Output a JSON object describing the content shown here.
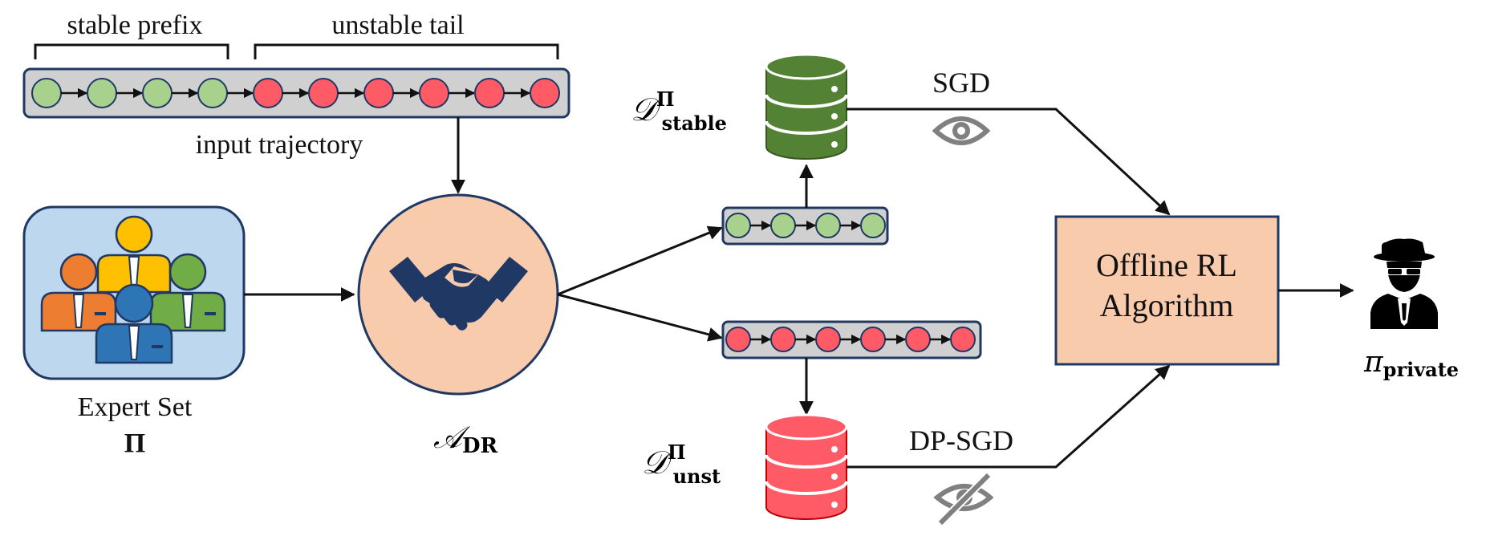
{
  "input": {
    "stable_prefix_label": "stable prefix",
    "unstable_tail_label": "unstable tail",
    "caption": "input trajectory",
    "stable_count": 4,
    "unstable_count": 6
  },
  "expert": {
    "label": "Expert Set",
    "symbol": "Π"
  },
  "algo_dr": {
    "symbol": "𝒜",
    "subscript": "DR"
  },
  "stable_branch": {
    "dataset_symbol": "𝒟",
    "superscript": "Π",
    "subscript": "stable",
    "node_count": 4,
    "edge_label": "SGD"
  },
  "unstable_branch": {
    "dataset_symbol": "𝒟",
    "superscript": "Π",
    "subscript": "unst",
    "node_count": 6,
    "edge_label": "DP-SGD"
  },
  "offline_rl": {
    "line1": "Offline RL",
    "line2": "Algorithm"
  },
  "policy": {
    "symbol": "π",
    "subscript": "private"
  },
  "colors": {
    "green_node": "#a9d18e",
    "red_node": "#ff5b67",
    "track": "#d0d0d0",
    "stable_db": "#548235",
    "unstable_db": "#ff5b67",
    "expert_bg": "#bdd7ee",
    "algo_bg": "#f8cbad",
    "navy": "#1f3864"
  },
  "icons": {
    "visible": "eye-icon",
    "hidden": "eye-slash-icon",
    "handshake": "handshake-icon",
    "spy": "spy-icon",
    "people": "people-group-icon",
    "database": "database-icon"
  }
}
